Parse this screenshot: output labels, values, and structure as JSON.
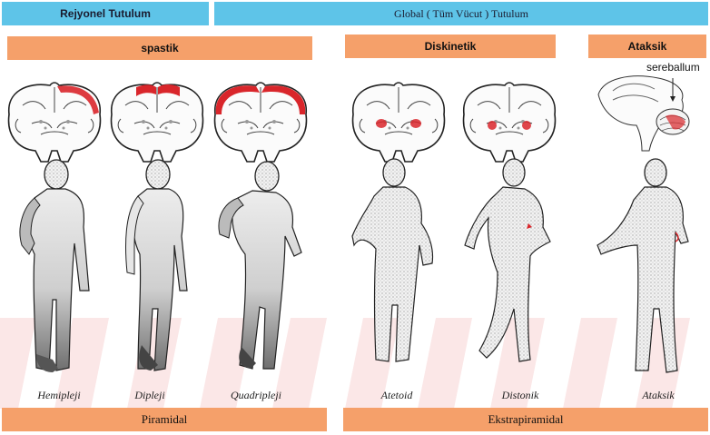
{
  "headers": {
    "regional": "Rejyonel Tutulum",
    "global": "Global ( Tüm Vücut ) Tutulum"
  },
  "categories": {
    "spastic": "spastik",
    "dyskinetic": "Diskinetik",
    "ataxic": "Ataksik"
  },
  "annotation": {
    "cerebellum": "sereballum"
  },
  "captions": [
    "Hemipleji",
    "Dipleji",
    "Quadripleji",
    "Atetoid",
    "Distonik",
    "Ataksik"
  ],
  "footers": {
    "pyramidal": "Piramidal",
    "extrapyramidal": "Ekstrapiramidal"
  },
  "colors": {
    "header_blue": "#5ec4e8",
    "category_orange": "#f5a06a",
    "lesion_red": "#d9262b"
  }
}
